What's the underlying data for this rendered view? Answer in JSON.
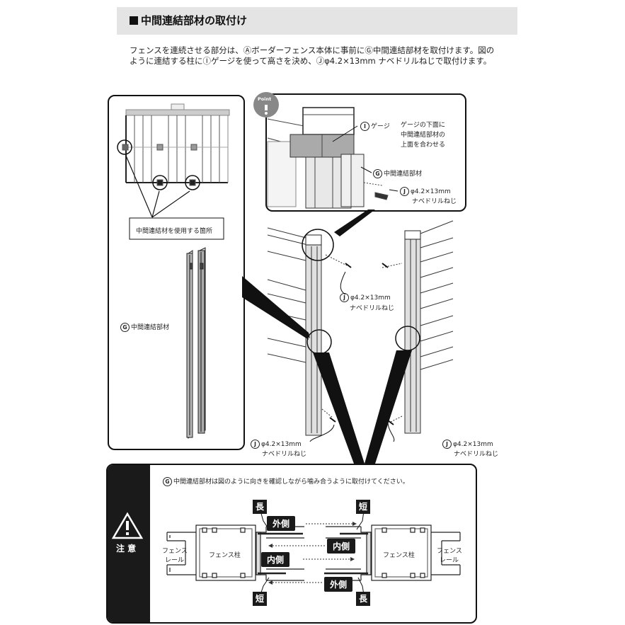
{
  "header": {
    "title": "中間連結部材の取付け"
  },
  "intro": {
    "line1": "フェンスを連続させる部分は、Ⓐボーダーフェンス本体に事前にⒼ中間連結部材を取付けます。図の",
    "line2": "ように連結する柱にⒾゲージを使って高さを決め、Ⓙφ4.2×13mm ナベドリルねじで取付けます。"
  },
  "left_panel": {
    "callout": "中間連結材を使用する箇所",
    "part_label": "中間連結部材",
    "part_letter": "G"
  },
  "point_panel": {
    "badge": "Point",
    "gauge_label": "ゲージ",
    "gauge_letter": "I",
    "note_l1": "ゲージの下面に",
    "note_l2": "中間連結部材の",
    "note_l3": "上面を合わせる",
    "member_label": "中間連結部材",
    "member_letter": "G",
    "screw_l1": "φ4.2×13mm",
    "screw_l2": "ナベドリルねじ",
    "screw_letter": "J"
  },
  "screws": {
    "top_l1": "φ4.2×13mm",
    "top_l2": "ナベドリルねじ",
    "bl_l1": "φ4.2×13mm",
    "bl_l2": "ナベドリルねじ",
    "br_l1": "φ4.2×13mm",
    "br_l2": "ナベドリルねじ",
    "letter": "J"
  },
  "caution": {
    "label": "注 意",
    "text": "中間連結部材は図のように向きを確認しながら噛み合うように取付けてください。",
    "letter": "G",
    "long": "長",
    "short": "短",
    "outside": "外側",
    "inside": "内側",
    "post": "フェンス柱",
    "rail_l1": "フェンス",
    "rail_l2": "レール"
  }
}
